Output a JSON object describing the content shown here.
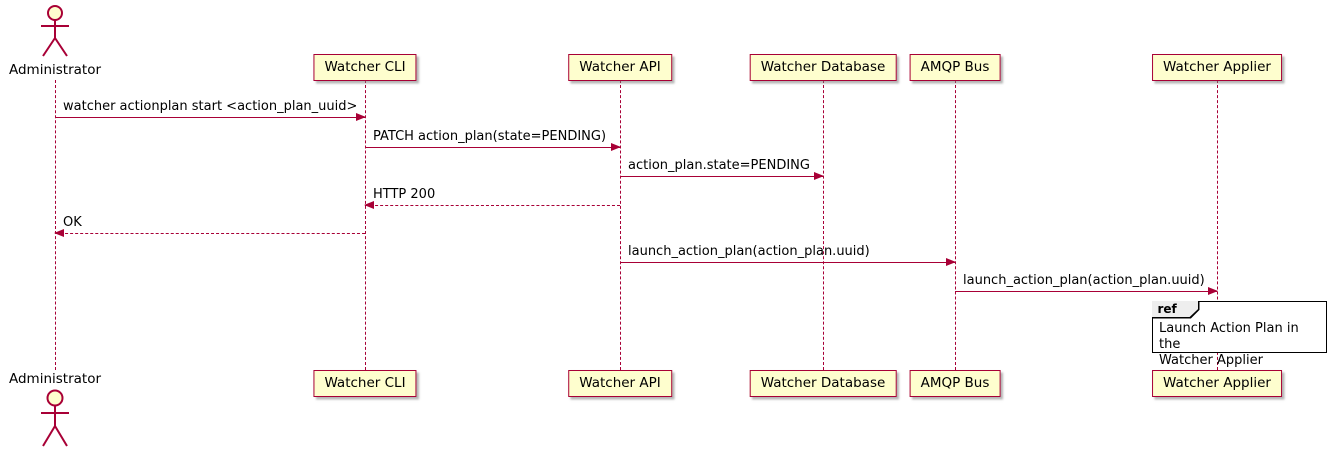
{
  "diagram": {
    "actor": {
      "name": "Administrator"
    },
    "participants": [
      {
        "name": "Watcher CLI"
      },
      {
        "name": "Watcher API"
      },
      {
        "name": "Watcher Database"
      },
      {
        "name": "AMQP Bus"
      },
      {
        "name": "Watcher Applier"
      }
    ],
    "messages": [
      {
        "from": "Administrator",
        "to": "Watcher CLI",
        "label": "watcher actionplan start <action_plan_uuid>",
        "style": "solid"
      },
      {
        "from": "Watcher CLI",
        "to": "Watcher API",
        "label": "PATCH action_plan(state=PENDING)",
        "style": "solid"
      },
      {
        "from": "Watcher API",
        "to": "Watcher Database",
        "label": "action_plan.state=PENDING",
        "style": "solid"
      },
      {
        "from": "Watcher API",
        "to": "Watcher CLI",
        "label": "HTTP 200",
        "style": "dashed"
      },
      {
        "from": "Watcher CLI",
        "to": "Administrator",
        "label": "OK",
        "style": "dashed"
      },
      {
        "from": "Watcher API",
        "to": "AMQP Bus",
        "label": "launch_action_plan(action_plan.uuid)",
        "style": "solid"
      },
      {
        "from": "AMQP Bus",
        "to": "Watcher Applier",
        "label": "launch_action_plan(action_plan.uuid)",
        "style": "solid"
      }
    ],
    "ref": {
      "keyword": "ref",
      "text": "Launch Action Plan in the\nWatcher Applier"
    },
    "colors": {
      "participant_fill": "#FEFECE",
      "line": "#A80036",
      "ref_border": "#000000"
    }
  }
}
